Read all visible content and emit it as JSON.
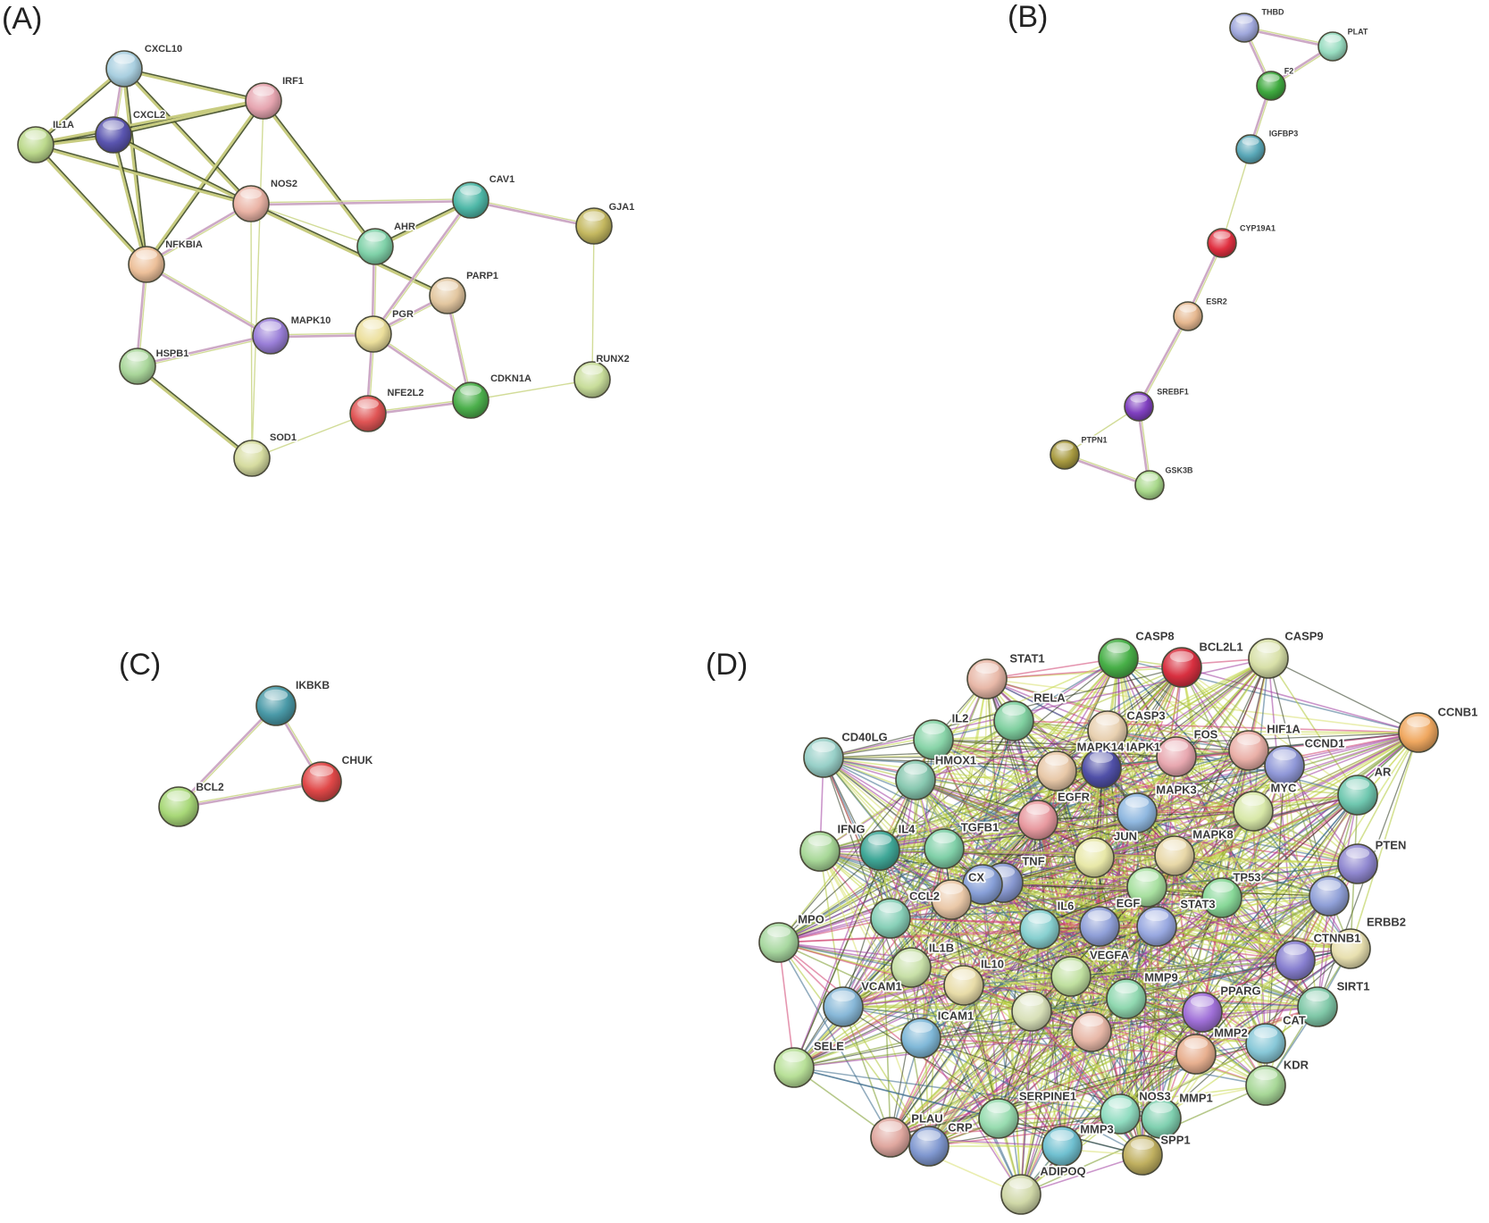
{
  "panels": [
    {
      "label": "(A)",
      "nodes": [
        {
          "name": "CXCL10",
          "color": "#a9cfe0"
        },
        {
          "name": "IRF1",
          "color": "#e6a5b0"
        },
        {
          "name": "IL1A",
          "color": "#bcd98c"
        },
        {
          "name": "CXCL2",
          "color": "#5a55b0"
        },
        {
          "name": "NOS2",
          "color": "#eab3a5"
        },
        {
          "name": "CAV1",
          "color": "#4fb8a8"
        },
        {
          "name": "GJA1",
          "color": "#c4b860"
        },
        {
          "name": "AHR",
          "color": "#7fd1a8"
        },
        {
          "name": "NFKBIA",
          "color": "#edc09a"
        },
        {
          "name": "PARP1",
          "color": "#e3c7a0"
        },
        {
          "name": "MAPK10",
          "color": "#9a7fd8"
        },
        {
          "name": "PGR",
          "color": "#ecdf9c"
        },
        {
          "name": "HSPB1",
          "color": "#a9d69a"
        },
        {
          "name": "RUNX2",
          "color": "#c8dd9a"
        },
        {
          "name": "NFE2L2",
          "color": "#e05555"
        },
        {
          "name": "CDKN1A",
          "color": "#4cb04c"
        },
        {
          "name": "SOD1",
          "color": "#d6dca0"
        }
      ],
      "edges": [
        [
          "CXCL10",
          "IRF1",
          "s"
        ],
        [
          "CXCL10",
          "IL1A",
          "s"
        ],
        [
          "CXCL10",
          "CXCL2",
          "p"
        ],
        [
          "CXCL10",
          "NFKBIA",
          "s"
        ],
        [
          "CXCL10",
          "NOS2",
          "s"
        ],
        [
          "IRF1",
          "IL1A",
          "s"
        ],
        [
          "IRF1",
          "CXCL2",
          "s"
        ],
        [
          "IRF1",
          "NFKBIA",
          "s"
        ],
        [
          "IRF1",
          "SOD1",
          "w"
        ],
        [
          "IRF1",
          "AHR",
          "s"
        ],
        [
          "IL1A",
          "CXCL2",
          "s"
        ],
        [
          "IL1A",
          "NFKBIA",
          "s"
        ],
        [
          "IL1A",
          "NOS2",
          "s"
        ],
        [
          "CXCL2",
          "NFKBIA",
          "s"
        ],
        [
          "CXCL2",
          "NOS2",
          "s"
        ],
        [
          "NOS2",
          "NFKBIA",
          "p"
        ],
        [
          "NOS2",
          "CAV1",
          "p"
        ],
        [
          "NOS2",
          "AHR",
          "w"
        ],
        [
          "NOS2",
          "SOD1",
          "w"
        ],
        [
          "NOS2",
          "PARP1",
          "s"
        ],
        [
          "AHR",
          "CAV1",
          "s"
        ],
        [
          "CAV1",
          "GJA1",
          "p"
        ],
        [
          "CAV1",
          "PGR",
          "p"
        ],
        [
          "GJA1",
          "RUNX2",
          "w"
        ],
        [
          "AHR",
          "PGR",
          "p"
        ],
        [
          "PARP1",
          "PGR",
          "p"
        ],
        [
          "PARP1",
          "CDKN1A",
          "p"
        ],
        [
          "NFKBIA",
          "MAPK10",
          "p"
        ],
        [
          "NFKBIA",
          "HSPB1",
          "p"
        ],
        [
          "MAPK10",
          "HSPB1",
          "p"
        ],
        [
          "MAPK10",
          "PGR",
          "p"
        ],
        [
          "PGR",
          "NFE2L2",
          "p"
        ],
        [
          "PGR",
          "CDKN1A",
          "p"
        ],
        [
          "HSPB1",
          "SOD1",
          "s"
        ],
        [
          "NFE2L2",
          "CDKN1A",
          "p"
        ],
        [
          "NFE2L2",
          "SOD1",
          "w"
        ],
        [
          "CDKN1A",
          "RUNX2",
          "w"
        ]
      ]
    },
    {
      "label": "(B)",
      "nodes": [
        {
          "name": "THBD",
          "color": "#a0a8dc"
        },
        {
          "name": "PLAT",
          "color": "#98dcc0"
        },
        {
          "name": "F2",
          "color": "#3faa3f"
        },
        {
          "name": "IGFBP3",
          "color": "#5aa8b8"
        },
        {
          "name": "CYP19A1",
          "color": "#e03040"
        },
        {
          "name": "ESR2",
          "color": "#e6b890"
        },
        {
          "name": "SREBF1",
          "color": "#8040c0"
        },
        {
          "name": "PTPN1",
          "color": "#a89a40"
        },
        {
          "name": "GSK3B",
          "color": "#a8d88a"
        }
      ],
      "edges": [
        [
          "THBD",
          "PLAT",
          "p"
        ],
        [
          "THBD",
          "F2",
          "p"
        ],
        [
          "PLAT",
          "F2",
          "p"
        ],
        [
          "F2",
          "IGFBP3",
          "p"
        ],
        [
          "IGFBP3",
          "CYP19A1",
          "w"
        ],
        [
          "CYP19A1",
          "ESR2",
          "p"
        ],
        [
          "ESR2",
          "SREBF1",
          "p"
        ],
        [
          "SREBF1",
          "PTPN1",
          "w"
        ],
        [
          "SREBF1",
          "GSK3B",
          "p"
        ],
        [
          "PTPN1",
          "GSK3B",
          "p"
        ]
      ]
    },
    {
      "label": "(C)",
      "nodes": [
        {
          "name": "IKBKB",
          "color": "#4a9aa8"
        },
        {
          "name": "CHUK",
          "color": "#e04848"
        },
        {
          "name": "BCL2",
          "color": "#a8d878"
        }
      ],
      "edges": [
        [
          "IKBKB",
          "CHUK",
          "p"
        ],
        [
          "IKBKB",
          "BCL2",
          "p"
        ],
        [
          "BCL2",
          "CHUK",
          "p"
        ]
      ]
    },
    {
      "label": "(D)",
      "nodes": [
        {
          "name": "STAT1",
          "color": "#e8b8a8"
        },
        {
          "name": "CASP8",
          "color": "#48b048"
        },
        {
          "name": "BCL2L1",
          "color": "#d83040"
        },
        {
          "name": "CASP9",
          "color": "#d8e0a8"
        },
        {
          "name": "CCNB1",
          "color": "#f0a860"
        },
        {
          "name": "RELA",
          "color": "#80d0a0"
        },
        {
          "name": "IL2",
          "color": "#88d4a8"
        },
        {
          "name": "CD40LG",
          "color": "#98d0c8"
        },
        {
          "name": "CASP3",
          "color": "#e8d0b0"
        },
        {
          "name": "FOS",
          "color": "#e8a8b0"
        },
        {
          "name": "HIF1A",
          "color": "#eab0a8"
        },
        {
          "name": "CCND1",
          "color": "#9098d8"
        },
        {
          "name": "MAPK14",
          "color": "#e8c8a8"
        },
        {
          "name": "IAPK1",
          "color": "#5050a8"
        },
        {
          "name": "HMOX1",
          "color": "#88c8b0"
        },
        {
          "name": "EGFR",
          "color": "#e89aa0"
        },
        {
          "name": "MAPK3",
          "color": "#90b8e0"
        },
        {
          "name": "MYC",
          "color": "#d8e8a8"
        },
        {
          "name": "AR",
          "color": "#70c8b0"
        },
        {
          "name": "IFNG",
          "color": "#a8d898"
        },
        {
          "name": "IL4",
          "color": "#40a898"
        },
        {
          "name": "TGFB1",
          "color": "#80d0a8"
        },
        {
          "name": "JUN",
          "color": "#e8e8a8"
        },
        {
          "name": "MAPK8",
          "color": "#e8d8a8"
        },
        {
          "name": "PTEN",
          "color": "#9088d0"
        },
        {
          "name": "TNF",
          "color": "#8898d0"
        },
        {
          "name": "CX",
          "color": "#88a0d8"
        },
        {
          "name": "TP53",
          "color": "#88d898"
        },
        {
          "name": "CCL2",
          "color": "#eac8a8"
        },
        {
          "name": "IL6",
          "color": "#88d0d0"
        },
        {
          "name": "EGF",
          "color": "#90a0d8"
        },
        {
          "name": "STAT3",
          "color": "#98a8e0"
        },
        {
          "name": "ERBB2",
          "color": "#e8e0b0"
        },
        {
          "name": "MPO",
          "color": "#a8d8a0"
        },
        {
          "name": "CTNNB1",
          "color": "#8880d0"
        },
        {
          "name": "IL1B",
          "color": "#c8e0a8"
        },
        {
          "name": "VEGFA",
          "color": "#c0e0a0"
        },
        {
          "name": "IL10",
          "color": "#e8dca8"
        },
        {
          "name": "VCAM1",
          "color": "#88b8d8"
        },
        {
          "name": "MMP9",
          "color": "#90d8b0"
        },
        {
          "name": "PPARG",
          "color": "#a070d8"
        },
        {
          "name": "SIRT1",
          "color": "#80c8a8"
        },
        {
          "name": "ICAM1",
          "color": "#80b8d8"
        },
        {
          "name": "CAT",
          "color": "#88c8d8"
        },
        {
          "name": "MMP2",
          "color": "#e8b090"
        },
        {
          "name": "SELE",
          "color": "#b8e098"
        },
        {
          "name": "KDR",
          "color": "#a8d898"
        },
        {
          "name": "SERPINE1",
          "color": "#98dcb0"
        },
        {
          "name": "NOS3",
          "color": "#90dcc0"
        },
        {
          "name": "MMP1",
          "color": "#80d0b0"
        },
        {
          "name": "PLAU",
          "color": "#e0a8a0"
        },
        {
          "name": "CRP",
          "color": "#8098d0"
        },
        {
          "name": "MMP3",
          "color": "#70c0d0"
        },
        {
          "name": "SPP1",
          "color": "#c0b060"
        },
        {
          "name": "ADIPOQ",
          "color": "#d0d8a8"
        },
        {
          "name": "",
          "color": "#88d0b8"
        },
        {
          "name": "",
          "color": "#a8e0a0"
        },
        {
          "name": "",
          "color": "#d8e0b8"
        },
        {
          "name": "",
          "color": "#e8b8a8"
        },
        {
          "name": "",
          "color": "#90a0d8"
        }
      ]
    }
  ],
  "edge_colors": {
    "strong_dark": "#3e4a22",
    "strong_light": "#c8cc80",
    "weak": "#d2dc98",
    "pink": "#c8a0c0",
    "dense_palette": [
      "#b0c83a",
      "#c4d84a",
      "#26331a",
      "#a040a0",
      "#d04070",
      "#7a9a2a",
      "#3a6a8a",
      "#d8e070"
    ]
  }
}
